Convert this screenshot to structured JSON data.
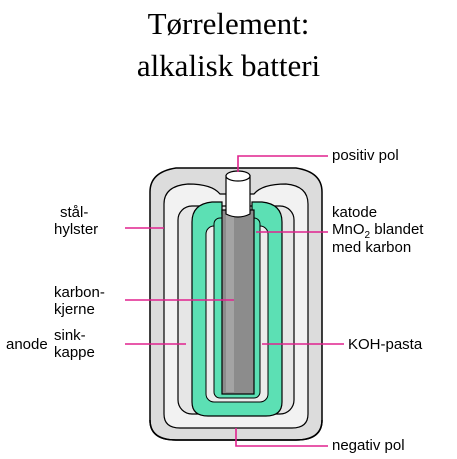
{
  "title": {
    "line1": "Tørrelement:",
    "line2": "alkalisk batteri"
  },
  "labels": {
    "positiv_pol": "positiv pol",
    "staal_1": "stål-",
    "staal_2": "hylster",
    "katode_1": "katode",
    "katode_2a": "MnO",
    "katode_2sub": "2",
    "katode_2b": " blandet",
    "katode_3": "med karbon",
    "karbon_1": "karbon-",
    "karbon_2": "kjerne",
    "anode": "anode",
    "sink_1": "sink-",
    "sink_2": "kappe",
    "koh": "KOH-pasta",
    "negativ_pol": "negativ pol"
  },
  "colors": {
    "leader_line": "#e0228e",
    "steel_case": "#dcdcdc",
    "electrolyte_paste": "#5ce0b4",
    "zinc": "#ececec",
    "carbon_core": "#8c8c8c",
    "terminal": "#ffffff"
  }
}
